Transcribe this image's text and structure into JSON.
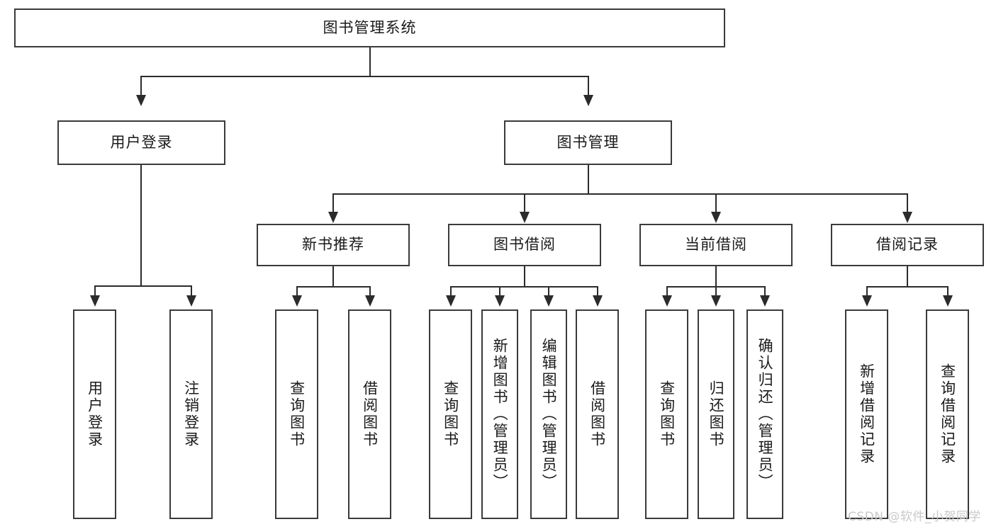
{
  "diagram": {
    "title": "图书管理系统",
    "type": "tree",
    "root": {
      "label": "图书管理系统"
    },
    "level2": [
      {
        "label": "用户登录"
      },
      {
        "label": "图书管理"
      }
    ],
    "level3": [
      {
        "label": "新书推荐"
      },
      {
        "label": "图书借阅"
      },
      {
        "label": "当前借阅"
      },
      {
        "label": "借阅记录"
      }
    ],
    "leaves": {
      "user_login": [
        {
          "label": "用户登录"
        },
        {
          "label": "注销登录"
        }
      ],
      "new_book_recommend": [
        {
          "label": "查询图书"
        },
        {
          "label": "借阅图书"
        }
      ],
      "book_borrow": [
        {
          "label": "查询图书"
        },
        {
          "label": "新增图书（管理员）"
        },
        {
          "label": "编辑图书（管理员）"
        },
        {
          "label": "借阅图书"
        }
      ],
      "current_borrow": [
        {
          "label": "查询图书"
        },
        {
          "label": "归还图书"
        },
        {
          "label": "确认归还（管理员）"
        }
      ],
      "borrow_records": [
        {
          "label": "新增借阅记录"
        },
        {
          "label": "查询借阅记录"
        }
      ]
    }
  },
  "watermark": {
    "text": "CSDN @软件_小贺同学"
  },
  "colors": {
    "box_border": "#3a3a3a",
    "edge": "#2b2b2b",
    "text": "#1a1a1a",
    "background": "#ffffff",
    "watermark": "#c9c9c9"
  }
}
